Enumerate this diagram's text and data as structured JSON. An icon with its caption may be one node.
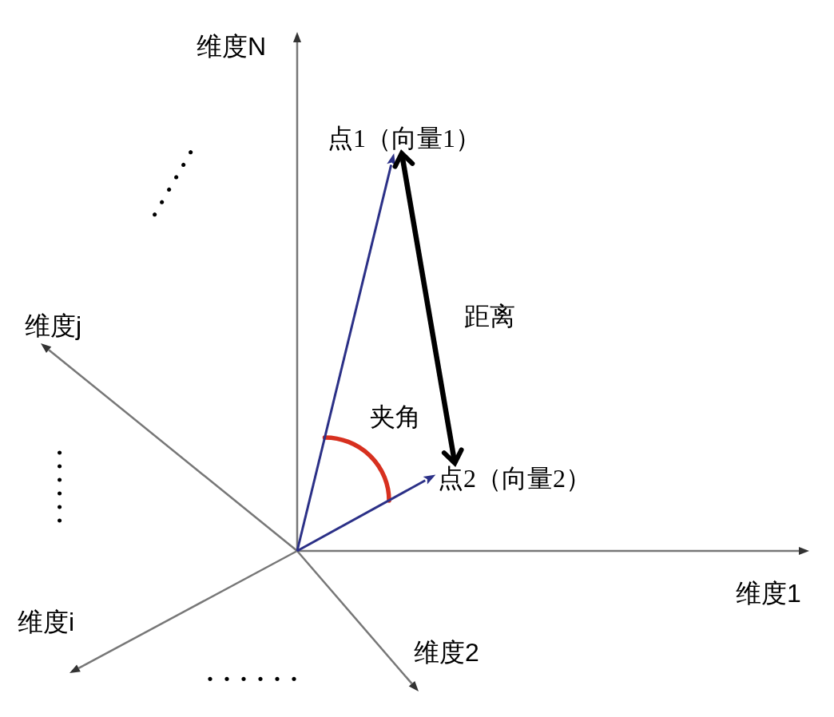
{
  "diagram": {
    "nodes": [
      {
        "text": [
          "点1（向量1）"
        ]
      },
      {
        "text": [
          "点2（向量2）"
        ]
      }
    ],
    "edges": [
      {
        "from": null,
        "to": 0,
        "arrow": "to"
      },
      {
        "from": null,
        "to": 1,
        "arrow": "to"
      },
      {
        "from": 0,
        "to": 1,
        "arrow": "both",
        "label": "距离",
        "style": "thick",
        "color": "#000000"
      }
    ],
    "labels": [
      "维度N",
      "......",
      "维度j",
      "夹角",
      "......",
      "维度1",
      "维度i",
      "维度2",
      "......"
    ]
  }
}
